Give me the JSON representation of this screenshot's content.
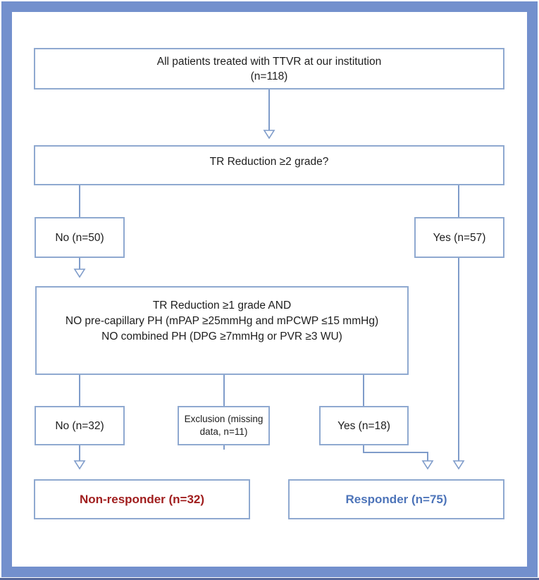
{
  "colors": {
    "frame": "#7390cd",
    "box_border": "#8fa9d0",
    "connector": "#7f9cca",
    "text": "#1d1d1d",
    "non_responder": "#a01e1e",
    "responder": "#4d74b9",
    "bottom_edge": "#55679a"
  },
  "flowchart": {
    "top_box": {
      "line1": "All patients treated with TTVR at our institution",
      "line2": "(n=118)"
    },
    "question_box": {
      "label": "TR Reduction ≥2 grade?"
    },
    "no50_box": {
      "label": "No (n=50)"
    },
    "yes57_box": {
      "label": "Yes (n=57)"
    },
    "criteria_box": {
      "line1": "TR Reduction ≥1 grade AND",
      "line2": "NO pre-capillary PH (mPAP ≥25mmHg and mPCWP ≤15 mmHg)",
      "line3": "NO combined PH (DPG ≥7mmHg or PVR ≥3 WU)"
    },
    "no32_box": {
      "label": "No (n=32)"
    },
    "exclusion_box": {
      "line1": "Exclusion (missing",
      "line2": "data, n=11)"
    },
    "yes18_box": {
      "label": "Yes (n=18)"
    },
    "non_responder_box": {
      "label": "Non-responder (n=32)"
    },
    "responder_box": {
      "label": "Responder (n=75)"
    }
  }
}
